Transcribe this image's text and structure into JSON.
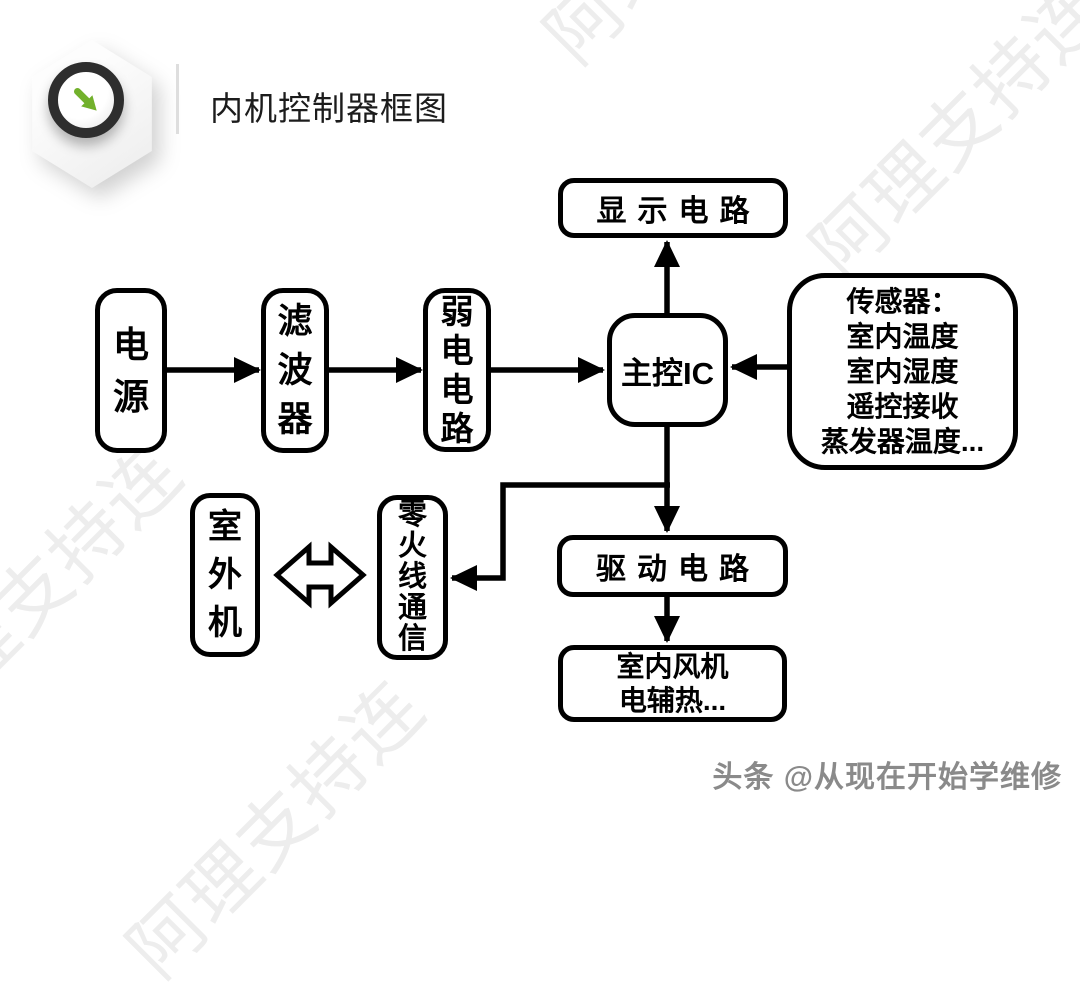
{
  "header": {
    "title": "内机控制器框图",
    "icon": "hexagon-badge-with-down-right-arrow"
  },
  "diagram": {
    "nodes": {
      "power": {
        "label": "电\n源"
      },
      "filter": {
        "label": "滤\n波\n器"
      },
      "weak": {
        "label": "弱\n电\n电\n路"
      },
      "mainic": {
        "label": "主控IC"
      },
      "display": {
        "label": "显示电路"
      },
      "sensors": {
        "label": "传感器：\n室内温度\n室内湿度\n遥控接收\n蒸发器温度..."
      },
      "drive": {
        "label": "驱动电路"
      },
      "load": {
        "label": "室内风机\n电辅热..."
      },
      "outdoor": {
        "label": "室\n外\n机"
      },
      "comm": {
        "label": "零\n火\n线\n通\n信"
      }
    },
    "edges": [
      {
        "from": "电源",
        "to": "滤波器",
        "type": "arrow"
      },
      {
        "from": "滤波器",
        "to": "弱电电路",
        "type": "arrow"
      },
      {
        "from": "弱电电路",
        "to": "主控IC",
        "type": "arrow"
      },
      {
        "from": "主控IC",
        "to": "显示电路",
        "type": "arrow"
      },
      {
        "from": "传感器",
        "to": "主控IC",
        "type": "arrow"
      },
      {
        "from": "主控IC",
        "to": "驱动电路",
        "type": "arrow"
      },
      {
        "from": "主控IC",
        "to": "零火线通信",
        "type": "arrow"
      },
      {
        "from": "驱动电路",
        "to": "室内风机电辅热",
        "type": "arrow"
      },
      {
        "from": "室外机",
        "to": "零火线通信",
        "type": "double-arrow"
      }
    ]
  },
  "watermark": {
    "text": "阿理支持连"
  },
  "footer": {
    "attribution": "头条 @从现在开始学维修"
  },
  "colors": {
    "line_black": "#000000",
    "accent_green": "#72b12c",
    "ring_dark": "#2e2e2e",
    "watermark_gray": "#ededed",
    "attribution_gray": "#8a8a8a"
  }
}
